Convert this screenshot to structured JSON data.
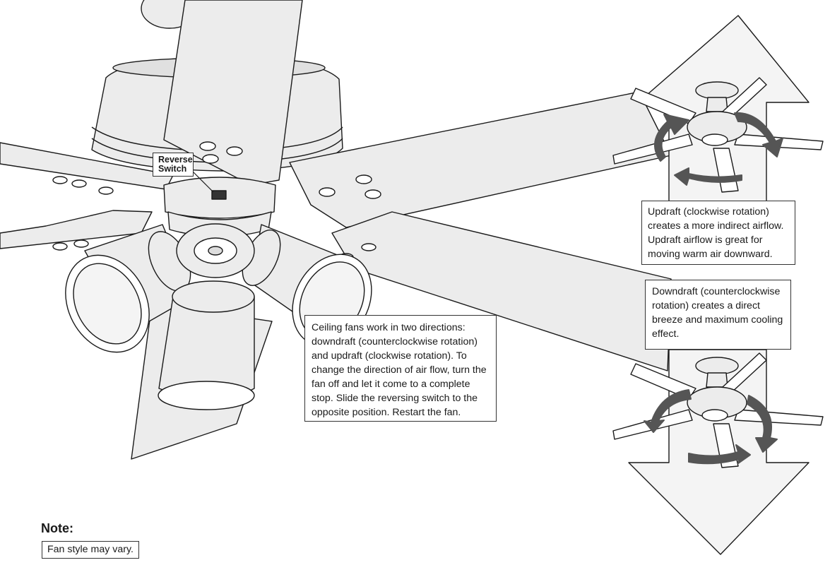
{
  "labels": {
    "reverse_switch": "Reverse\nSwitch"
  },
  "callouts": {
    "main": "Ceiling fans work in two directions:\ndowndraft (counterclockwise rotation)\nand updraft (clockwise rotation). To\nchange the direction of air flow, turn the\nfan off and let it come to a complete\nstop. Slide the reversing switch to the\nopposite position. Restart the fan.",
    "updraft": "Updraft (clockwise rotation)\ncreates a more indirect airflow.\nUpdraft airflow is great for\nmoving warm air downward.",
    "downdraft": "Downdraft (counterclockwise\nrotation) creates a direct\nbreeze and maximum cooling\neffect."
  },
  "note": {
    "title": "Note:",
    "text": "Fan style may vary."
  },
  "colors": {
    "line": "#1a1a1a",
    "blade_fill": "#ececec",
    "arrow_fill": "#f4f4f4",
    "rotation_arrow": "#555555"
  }
}
